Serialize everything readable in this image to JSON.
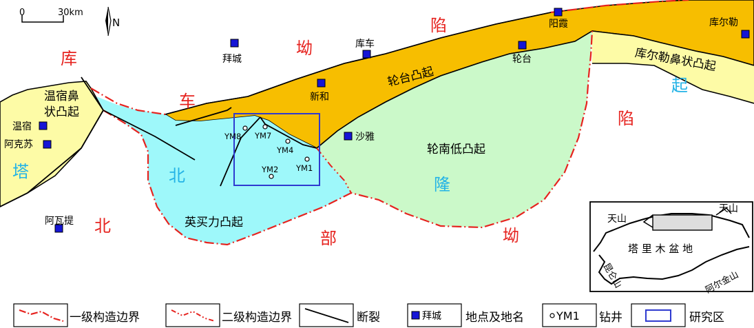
{
  "scale_bar": {
    "zero": "0",
    "distance": "30km"
  },
  "north_arrow": "N",
  "depressions": {
    "kuche": [
      "库",
      "车",
      "坳",
      "陷"
    ],
    "tabei": [
      "塔",
      "北",
      "隆",
      "起"
    ],
    "north": [
      "北",
      "部",
      "坳",
      "陷"
    ]
  },
  "units": {
    "wensu": [
      "温宿鼻",
      "状凸起"
    ],
    "luntai": "轮台凸起",
    "kuerle": "库尔勒鼻状凸起",
    "lunnan": "轮南低凸起",
    "yingmaili": "英买力凸起"
  },
  "places": {
    "wensu": "温宿",
    "akesu": "阿克苏",
    "awati": "阿瓦提",
    "baicheng": "拜城",
    "kuche": "库车",
    "xinhe": "新和",
    "shaya": "沙雅",
    "yangxia": "阳霞",
    "luntai": "轮台",
    "kuerle": "库尔勒"
  },
  "wells": [
    "YM8",
    "YM7",
    "YM4",
    "YM2",
    "YM1"
  ],
  "inset": {
    "tianshan_left": "天山",
    "tianshan_right": "天山",
    "basin": "塔 里 木 盆 地",
    "kunlun": "昆仑山",
    "aerjin": "阿尔金山"
  },
  "legend": {
    "first_order": "一级构造边界",
    "second_order": "二级构造边界",
    "fault": "断裂",
    "place_sample": "拜城",
    "place_label": "地点及地名",
    "well_sample": "YM1",
    "well_label": "钻井",
    "study_area": "研究区"
  },
  "colors": {
    "orange": "#f7be00",
    "light_yellow": "#fdfba6",
    "cyan": "#9ef8fa",
    "light_green": "#cbf9c9",
    "boundary_red": "#e6231f",
    "place_blue": "#1515d6",
    "study_blue": "#2e3ad0"
  }
}
